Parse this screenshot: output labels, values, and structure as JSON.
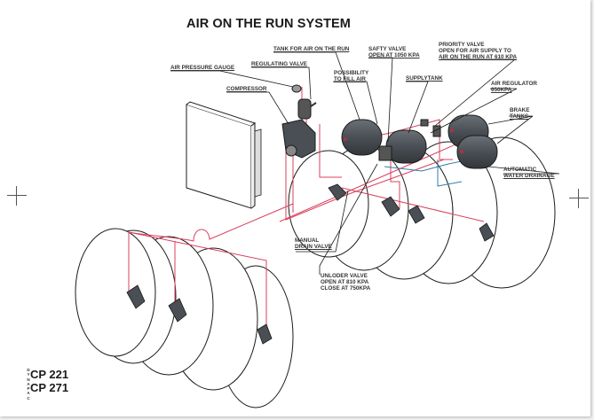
{
  "title": "AIR ON THE RUN SYSTEM",
  "labels": {
    "air_pressure_gauge": "AIR PRESSURE GAUGE",
    "regulating_valve": "REGULATING VALVE",
    "compressor": "COMPRESSOR",
    "tank_for_air_on_the_run": "TANK FOR AIR ON THE RUN",
    "possibility_to_fill_air": [
      "POSSIBILITY",
      "TO FILL AIR"
    ],
    "safty_valve": [
      "SAFTY VALVE",
      "OPEN AT 1050 kPa"
    ],
    "supplytank": "SUPPLYTANK",
    "priority_valve": [
      "PRIORITY VALVE",
      "OPEN FOR AIR SUPPLY TO",
      "AIR ON THE RUN AT 610 kPa"
    ],
    "air_regulator": [
      "AIR REGULATOR",
      "650kPa"
    ],
    "brake_tanks": [
      "BRAKE",
      "TANKS"
    ],
    "automatic_water_drainage": [
      "AUTOMATIC",
      "WATER DRAINAGE"
    ],
    "manual_drain_valve": [
      "MANUAL",
      "DRAIN VALVE"
    ],
    "unloder_valve": [
      "UNLODER VALVE",
      "OPEN AT 810 kPa",
      "CLOSE AT 750kPa"
    ]
  },
  "branding": {
    "brand_letters": [
      "D",
      "Y",
      "N",
      "A",
      "P",
      "A",
      "C"
    ],
    "models": [
      "CP 221",
      "CP 271"
    ]
  },
  "colors": {
    "air_line": "#d9415f",
    "water_line": "#2f7fa8",
    "tank_fill": "#4a4f55",
    "outline": "#1a1a1a"
  }
}
